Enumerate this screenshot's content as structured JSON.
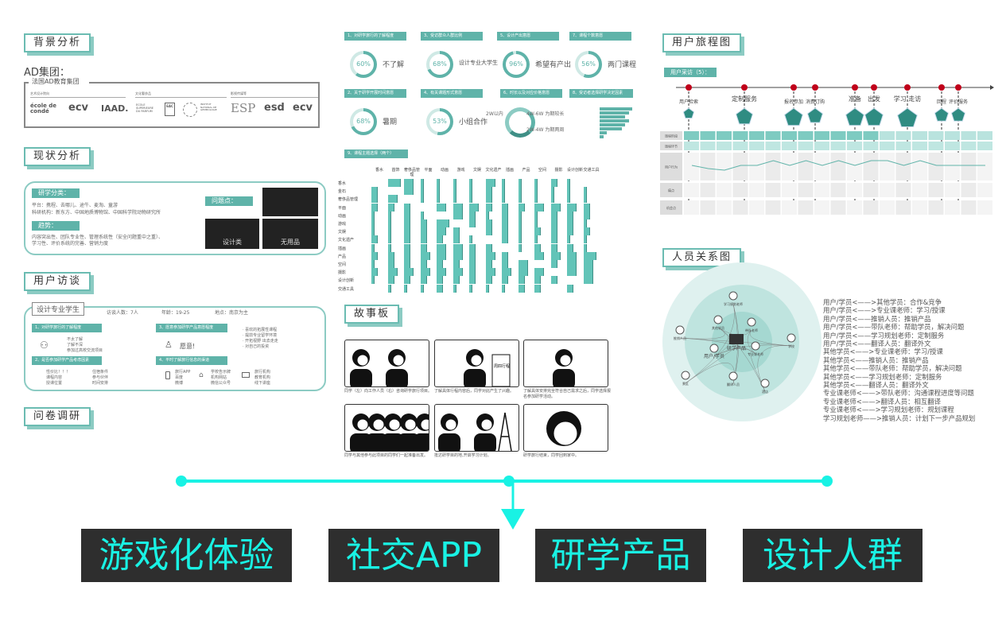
{
  "background": {
    "title": "背景分析",
    "group": "AD集团：",
    "box_title": "法国AD教育集团",
    "categories": [
      "艺术设计院向",
      "文化奢侈品",
      "影视传媒等"
    ],
    "logos": [
      "école de condé",
      "ecv",
      "IAAD.",
      "ECOLE SUPERIEURE DU PARFUM",
      "EAC",
      "INSTITUT NATIONAL DE GEMMOLOGIE",
      "ESP",
      "esd",
      "ecv"
    ]
  },
  "status": {
    "title": "现状分析",
    "cat_label": "研学分类：",
    "platform": "平台：携程、去哪儿、途牛、麦淘、童游",
    "research": "科研机构：新东方、中国地质博物馆、中国科学院动物研究所",
    "trend_label": "趋势：",
    "trend": "内容突出性、团队专业性、管理系统性（安全问题重中之重）、",
    "trend2": "学习性、评价系统的完善、营销力度",
    "problem_label": "问题点：",
    "photo_captions": [
      "设计类",
      "无用品"
    ]
  },
  "interview": {
    "title": "用户访谈",
    "subject": "设计专业学生",
    "count": "访谈人数：7人",
    "age": "年龄：19-25",
    "place": "地点：南京为主",
    "q1": "1、对研学旅行的了解程度",
    "q1_answers": [
      "不太了解",
      "了解不深",
      "参加过高校交流项目"
    ],
    "q2": "2、是否参加研学产品考虑因素",
    "q2_a": [
      "性价比！！！",
      "课程内容",
      "授课位置"
    ],
    "q2_b": [
      "住宿条件",
      "参与伙伴",
      "时间安排"
    ],
    "q3": "3、愿意参加研学产品意愿程度",
    "q3_answer": "愿意!",
    "q3_reasons": [
      "· 喜欢的拓展性课程",
      "· 提前专业留学环境",
      "· 开拓视野 出去走走",
      "· 对自己的投资"
    ],
    "q4": "4、平时了解旅行信息的渠道",
    "q4_a": [
      "旅行APP",
      "百度",
      "微博"
    ],
    "q4_b": [
      "学校告示牌",
      "机构网站",
      "微信公众号"
    ],
    "q4_c": [
      "旅行机构",
      "教育机构",
      "线下讲座"
    ]
  },
  "questionnaire": {
    "title": "问卷调研"
  },
  "survey": {
    "items": [
      {
        "tag": "1、对研学旅行的了解程度",
        "value": "60%",
        "pct": 60,
        "label": "不了解"
      },
      {
        "tag": "3、受访群众人群比例",
        "value": "68%",
        "pct": 68,
        "label": "设计专业大学生"
      },
      {
        "tag": "5、设计产出意愿",
        "value": "96%",
        "pct": 96,
        "label": "希望有产出"
      },
      {
        "tag": "7、课程个数意愿",
        "value": "56%",
        "pct": 56,
        "label": "两门课程"
      },
      {
        "tag": "2、关于研学开展时间意愿",
        "value": "68%",
        "pct": 68,
        "label": "暑期"
      },
      {
        "tag": "4、有关课题形式意愿",
        "value": "53%",
        "pct": 53,
        "label": "小组合作"
      }
    ],
    "duration": {
      "tag": "6、时长以及对应价格意愿",
      "a": "2W以内",
      "b": "4W-6W 为期较长",
      "c": "2W-4W 为期两周"
    },
    "factors": {
      "tag": "8、受访者选择研学决定因素",
      "values": [
        9,
        8,
        7,
        8,
        7,
        6,
        2,
        1
      ]
    },
    "topics_tag": "9、课程主题选择（两个）"
  },
  "chart_data": {
    "type": "heatmap",
    "title": "9、课程主题选择（两个）",
    "columns": [
      "香水",
      "首饰",
      "奢侈品管理",
      "平面",
      "动画",
      "游戏",
      "文娱",
      "文化遗产",
      "插画",
      "产品",
      "空间",
      "摄影",
      "设计创新",
      "交通工具"
    ],
    "rows": [
      "香水",
      "金石",
      "奢侈品管理",
      "平面",
      "动画",
      "游戏",
      "文娱",
      "文化遗产",
      "插画",
      "产品",
      "空间",
      "摄影",
      "设计创新",
      "交通工具"
    ],
    "values": [
      [
        0,
        4,
        3,
        1,
        1,
        1,
        1,
        3,
        1,
        1,
        1,
        2,
        1,
        0
      ],
      [
        2,
        0,
        3,
        1,
        1,
        1,
        1,
        2,
        1,
        1,
        1,
        1,
        1,
        1
      ],
      [
        2,
        3,
        0,
        1,
        1,
        1,
        1,
        2,
        1,
        1,
        1,
        1,
        1,
        1
      ],
      [
        2,
        2,
        2,
        0,
        3,
        3,
        3,
        2,
        2,
        2,
        3,
        3,
        3,
        2
      ],
      [
        1,
        1,
        2,
        1,
        0,
        3,
        2,
        1,
        2,
        1,
        1,
        2,
        2,
        2
      ],
      [
        1,
        1,
        2,
        2,
        4,
        0,
        2,
        2,
        2,
        1,
        1,
        2,
        2,
        1
      ],
      [
        1,
        1,
        2,
        2,
        3,
        2,
        0,
        2,
        2,
        1,
        2,
        2,
        2,
        2
      ],
      [
        2,
        1,
        2,
        2,
        2,
        2,
        1,
        0,
        2,
        1,
        1,
        2,
        1,
        1
      ],
      [
        1,
        1,
        2,
        2,
        3,
        3,
        2,
        2,
        0,
        1,
        2,
        2,
        2,
        1
      ],
      [
        2,
        2,
        2,
        3,
        3,
        3,
        2,
        3,
        2,
        0,
        3,
        3,
        3,
        4
      ],
      [
        1,
        2,
        2,
        2,
        2,
        2,
        2,
        2,
        2,
        3,
        0,
        2,
        3,
        3
      ],
      [
        2,
        3,
        3,
        3,
        3,
        3,
        2,
        3,
        3,
        3,
        3,
        0,
        3,
        3
      ],
      [
        1,
        2,
        2,
        2,
        2,
        2,
        2,
        2,
        2,
        2,
        2,
        2,
        0,
        3
      ],
      [
        0,
        1,
        1,
        1,
        2,
        1,
        1,
        1,
        1,
        2,
        2,
        0,
        2,
        0
      ]
    ],
    "max": 4
  },
  "storyboard": {
    "title": "故事板",
    "captions": [
      "同学（左）向工作人员（右）咨询研学旅行项目。",
      "了解具体行程内容后，同学对此产生了兴趣。",
      "了解具体安排完全符合自己需求之后，同学选择报名参加研学活动。",
      "同学与其他参与此项目的同学们一起准备出发。",
      "抵达研学目的地,开启学习计划。",
      "研学旅行结束，同学回到家中。"
    ],
    "sign": "周四行程"
  },
  "journey": {
    "title": "用户旅程图",
    "sub": "用户采访（5）：",
    "stages": [
      "用户检索",
      "定制服务",
      "报名参加",
      "消费订购",
      "准备",
      "出发",
      "学习 走访",
      "回程",
      "评价服务"
    ],
    "rows": [
      "旅程阶段",
      "旅程环节",
      "用户行为",
      "痛点",
      "机会点"
    ]
  },
  "relations": {
    "title": "人员关系图",
    "nodes": [
      "研学产品",
      "用户/学员",
      "其他学员",
      "学习规划老师",
      "带队老师",
      "专业课老师",
      "翻译人员",
      "推销人员",
      "学校",
      "景区",
      "酒店"
    ],
    "lines": [
      "用户/学员<——>其他学员：合作&竞争",
      "用户/学员<——>专业课老师：学习/授课",
      "用户/学员<——推销人员：推销产品",
      "用户/学员<——带队老师：帮助学员，解决问题",
      "用户/学员<——学习规划老师：定制服务",
      "用户/学员<——翻译人员：翻译外文",
      "其他学员<——>专业课老师：学习/授课",
      "其他学员<——推销人员：推销产品",
      "其他学员<——带队老师：帮助学员，解决问题",
      "其他学员<——学习规划老师：定制服务",
      "其他学员<——翻译人员：翻译外文",
      "专业课老师<——>带队老师：沟通课程进度等问题",
      "专业课老师<——>翻译人员：相互翻译",
      "专业课老师<——>学习规划老师：规划课程",
      "学习规划老师——>推销人员：计划下一步产品规划"
    ]
  },
  "conclusions": [
    "游戏化体验",
    "社交APP",
    "研学产品",
    "设计人群"
  ],
  "colors": {
    "teal": "#5fb3a9",
    "cyan": "#19f2e4",
    "dark": "#2e2e2e",
    "red": "#c0001a"
  }
}
